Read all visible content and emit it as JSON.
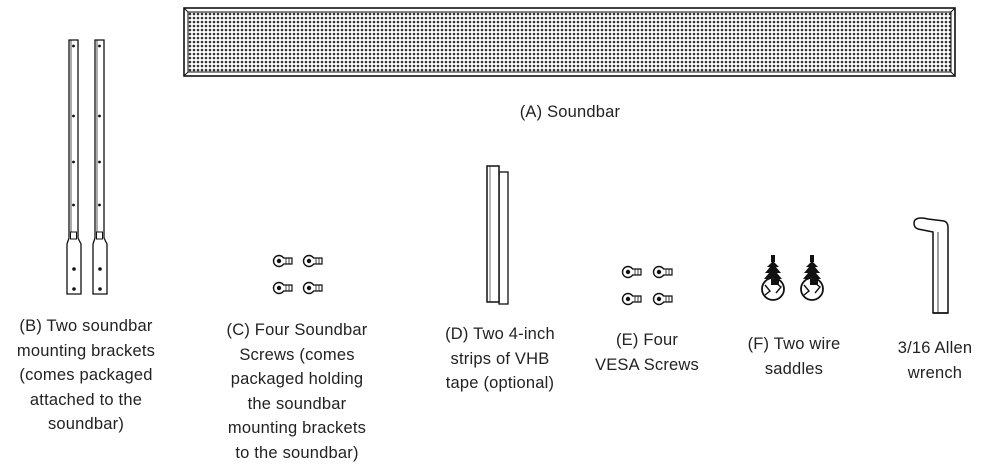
{
  "items": {
    "soundbar": {
      "label": "(A) Soundbar"
    },
    "brackets": {
      "label": "(B) Two soundbar\nmounting brackets\n(comes packaged\nattached to the\nsoundbar)"
    },
    "soundbar_screws": {
      "label": "(C) Four Soundbar\nScrews (comes\npackaged holding\nthe soundbar\nmounting brackets\nto the soundbar)"
    },
    "vhb_tape": {
      "label": "(D) Two 4-inch\nstrips of VHB\ntape (optional)"
    },
    "vesa_screws": {
      "label": "(E) Four\nVESA Screws"
    },
    "wire_saddles": {
      "label": "(F) Two wire\nsaddles"
    },
    "allen_wrench": {
      "label": "3/16 Allen\nwrench"
    }
  }
}
